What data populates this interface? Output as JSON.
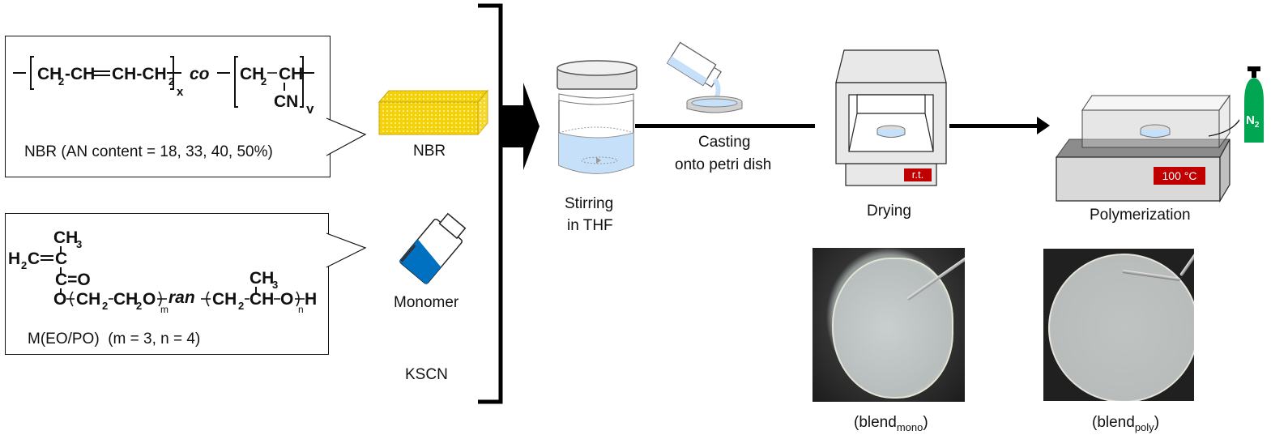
{
  "nbr_box": {
    "formula": {
      "unit1": [
        "CH",
        "2",
        "-CH",
        "CH-CH",
        "2"
      ],
      "x_sub": "x",
      "co": "co",
      "unit2_top": [
        "CH",
        "2",
        "CH"
      ],
      "unit2_bottom": "CN",
      "y_sub": "y"
    },
    "caption": "NBR (AN content = 18, 33, 40, 50%)"
  },
  "monomer_box": {
    "formula": {
      "ch3_top": "CH",
      "ch3_sub": "3",
      "h2c": "H",
      "h2c_sub": "2",
      "c": "C",
      "c_eq_o": "C=O",
      "o": "O",
      "eo": "CH",
      "eo_sub": "2",
      "m_sub": "m",
      "ran": "ran",
      "po_sub": "n",
      "end": "H"
    },
    "caption": "M(EO/PO)  (m = 3, n = 4)"
  },
  "materials": {
    "nbr_label": "NBR",
    "monomer_label": "Monomer",
    "kscn_label": "KSCN"
  },
  "steps": {
    "stirring": [
      "Stirring",
      "in THF"
    ],
    "casting": [
      "Casting",
      "onto petri dish"
    ],
    "drying": "Drying",
    "drying_display": "r.t.",
    "polymerization": "Polymerization",
    "poly_display": "100 °C",
    "gas": "N",
    "gas_sub": "2"
  },
  "photos": {
    "mono_caption_main": "(blend",
    "mono_caption_sub": "mono",
    "poly_caption_main": "(blend",
    "poly_caption_sub": "poly",
    "close_paren": ")"
  },
  "colors": {
    "nbr_yellow": "#f5d10a",
    "monomer_blue": "#0070c0",
    "liquid_blue": "#c5e0f8",
    "display_red": "#c00000",
    "cylinder_green": "#00a651",
    "hotplate_gray": "#d9d9d9"
  }
}
